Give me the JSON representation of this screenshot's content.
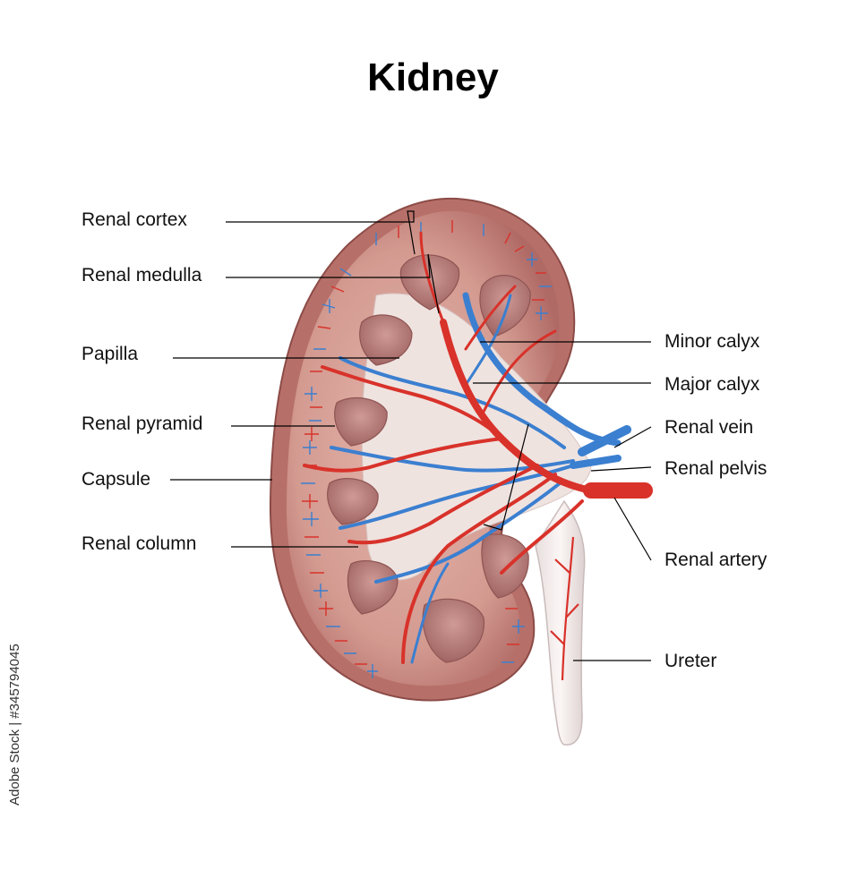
{
  "title": "Kidney",
  "labels": {
    "renal_cortex": "Renal cortex",
    "renal_medulla": "Renal medulla",
    "papilla": "Papilla",
    "renal_pyramid": "Renal pyramid",
    "capsule": "Capsule",
    "renal_column": "Renal column",
    "minor_calyx": "Minor calyx",
    "major_calyx": "Major calyx",
    "renal_vein": "Renal vein",
    "renal_pelvis": "Renal pelvis",
    "renal_artery": "Renal artery",
    "ureter": "Ureter"
  },
  "stock_id": "Adobe Stock | #345794045",
  "colors": {
    "artery": "#d8322a",
    "vein": "#3b7fd0",
    "capsule": "#b96c6c",
    "cortex": "#d49a92",
    "pyramid": "#b57c7a",
    "pelvis": "#efe6e4",
    "leader_line": "#000000"
  }
}
